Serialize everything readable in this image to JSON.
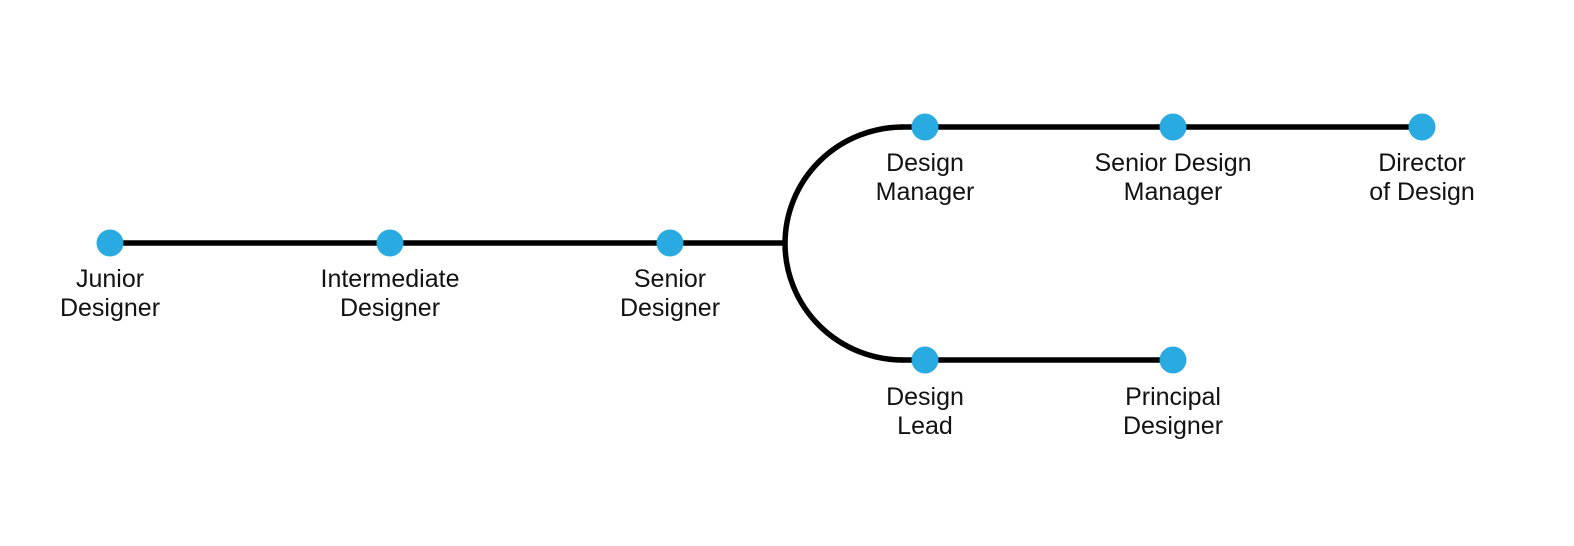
{
  "diagram": {
    "type": "career-path-branch-diagram",
    "colors": {
      "node": "#29ABE2",
      "line": "#000000",
      "text": "#121212",
      "background": "#FFFFFF"
    },
    "nodes": [
      {
        "id": "junior-designer",
        "branch": "main",
        "label": "Junior\nDesigner"
      },
      {
        "id": "intermediate-designer",
        "branch": "main",
        "label": "Intermediate\nDesigner"
      },
      {
        "id": "senior-designer",
        "branch": "main",
        "label": "Senior\nDesigner"
      },
      {
        "id": "design-manager",
        "branch": "upper",
        "label": "Design\nManager"
      },
      {
        "id": "senior-design-manager",
        "branch": "upper",
        "label": "Senior Design\nManager"
      },
      {
        "id": "director-of-design",
        "branch": "upper",
        "label": "Director\nof Design"
      },
      {
        "id": "design-lead",
        "branch": "lower",
        "label": "Design\nLead"
      },
      {
        "id": "principal-designer",
        "branch": "lower",
        "label": "Principal\nDesigner"
      }
    ]
  }
}
